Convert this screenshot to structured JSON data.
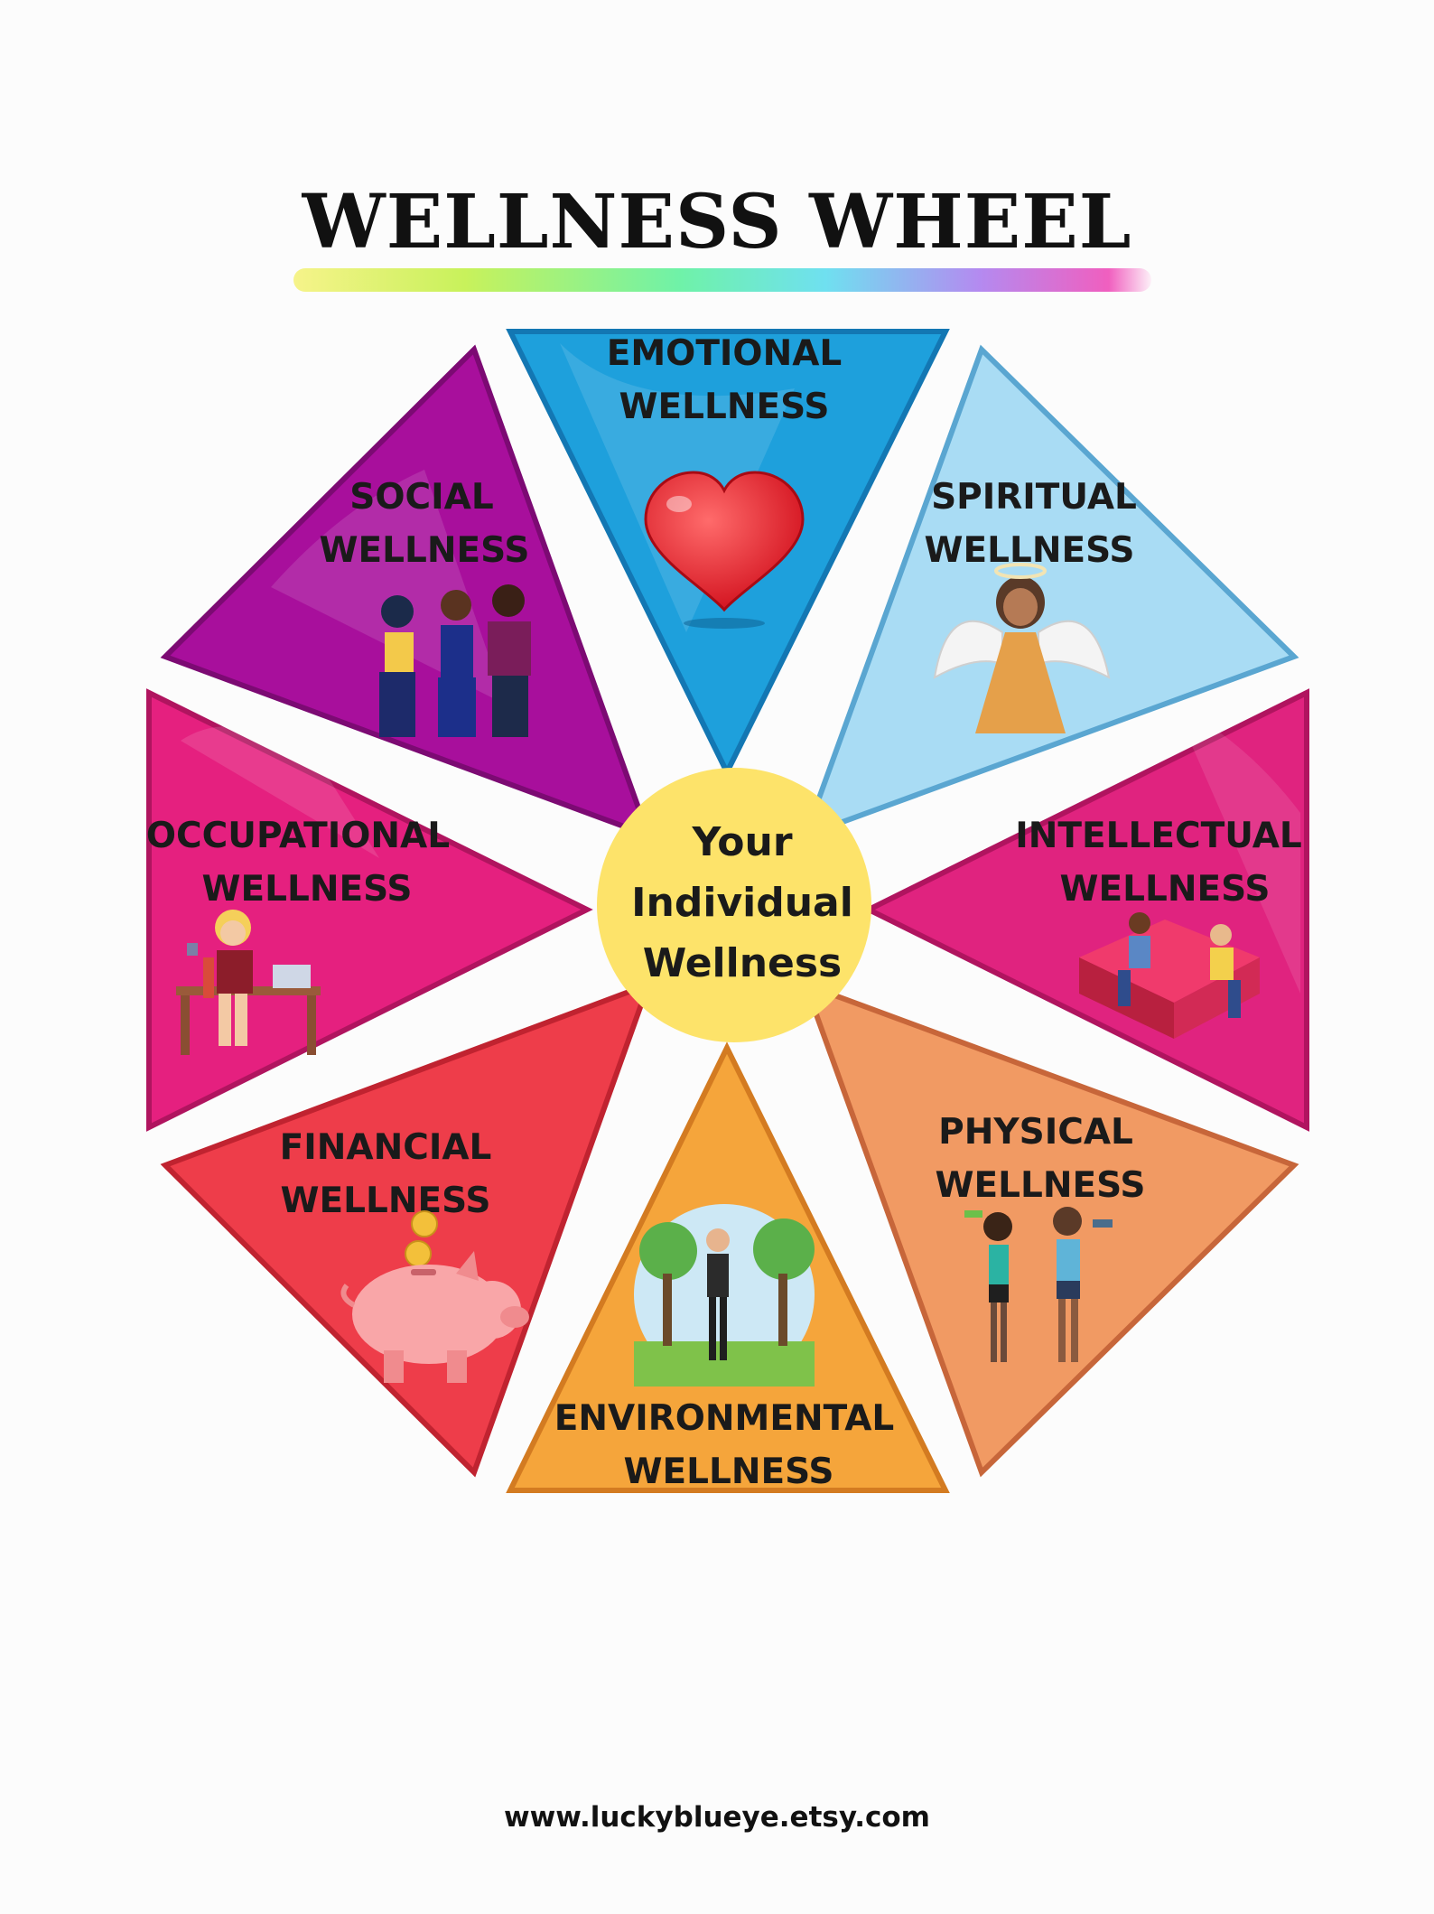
{
  "title": "WELLNESS WHEEL",
  "center": {
    "line1": "Your",
    "line2": "Individual",
    "line3": "Wellness"
  },
  "segments": [
    {
      "id": "emotional",
      "line1": "EMOTIONAL",
      "line2": "WELLNESS",
      "color": "#1ea0dc",
      "icon": "heart-icon"
    },
    {
      "id": "spiritual",
      "line1": "SPIRITUAL",
      "line2": "WELLNESS",
      "color": "#a9dcf4",
      "icon": "angel-icon"
    },
    {
      "id": "intellectual",
      "line1": "INTELLECTUAL",
      "line2": "WELLNESS",
      "color": "#e0237f",
      "icon": "readers-on-book-icon"
    },
    {
      "id": "physical",
      "line1": "PHYSICAL",
      "line2": "WELLNESS",
      "color": "#f19a63",
      "icon": "exercising-people-icon"
    },
    {
      "id": "environmental",
      "line1": "ENVIRONMENTAL",
      "line2": "WELLNESS",
      "color": "#f5a53b",
      "icon": "person-in-park-icon"
    },
    {
      "id": "financial",
      "line1": "FINANCIAL",
      "line2": "WELLNESS",
      "color": "#ee3d4a",
      "icon": "piggy-bank-icon"
    },
    {
      "id": "occupational",
      "line1": "OCCUPATIONAL",
      "line2": "WELLNESS",
      "color": "#e5207f",
      "icon": "office-worker-icon"
    },
    {
      "id": "social",
      "line1": "SOCIAL",
      "line2": "WELLNESS",
      "color": "#a80f9c",
      "icon": "group-of-friends-icon"
    }
  ],
  "footer": "www.luckyblueye.etsy.com"
}
